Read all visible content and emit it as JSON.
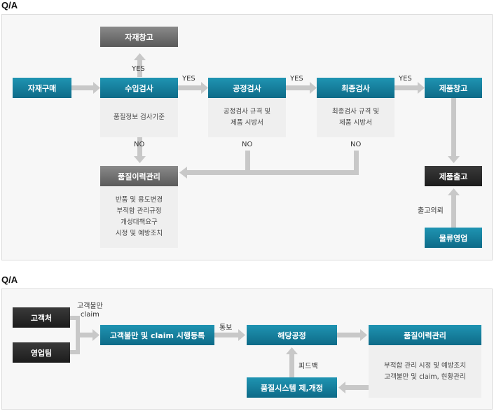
{
  "section1": {
    "title": "Q/A",
    "boxes": {
      "material_purchase": "자재구매",
      "incoming_inspection": "수입검사",
      "material_warehouse": "자재창고",
      "process_inspection": "공정검사",
      "final_inspection": "최종검사",
      "product_warehouse": "제품창고",
      "quality_history": "품질이력관리",
      "product_shipment": "제품출고",
      "logistics_sales": "물류영업"
    },
    "notes": {
      "incoming": "품질정보 검사기준",
      "process": [
        "공정검사 규격 및",
        "제품 시방서"
      ],
      "final": [
        "최종검사 규격 및",
        "제품 시방서"
      ],
      "quality": [
        "반품 및 용도변경",
        "부적합 관리규정",
        "개성대책요구",
        "시정 및 예방조치"
      ]
    },
    "labels": {
      "yes_up": "YES",
      "yes_1": "YES",
      "yes_2": "YES",
      "yes_3": "YES",
      "no_1": "NO",
      "no_2": "NO",
      "no_3": "NO",
      "shipment_request": "출고의뢰"
    }
  },
  "section2": {
    "title": "Q/A",
    "boxes": {
      "customer": "고객처",
      "sales_team": "영업팀",
      "complaint_registration": "고객불만 및 claim 시행등록",
      "relevant_process": "해당공정",
      "quality_history": "품질이력관리",
      "quality_system": "품질시스템 제,개정"
    },
    "notes": {
      "quality": [
        "부적합 관리 시정 및 예방조치",
        "고객불만 및 claim, 현황관리"
      ]
    },
    "labels": {
      "complaint": [
        "고객불만",
        "claim"
      ],
      "notice": "통보",
      "feedback": "피드백"
    }
  },
  "colors": {
    "blue": "#1478a0",
    "gray": "#6e6e6e",
    "dark": "#2a2a2a",
    "arrow": "#c8c8c8"
  }
}
